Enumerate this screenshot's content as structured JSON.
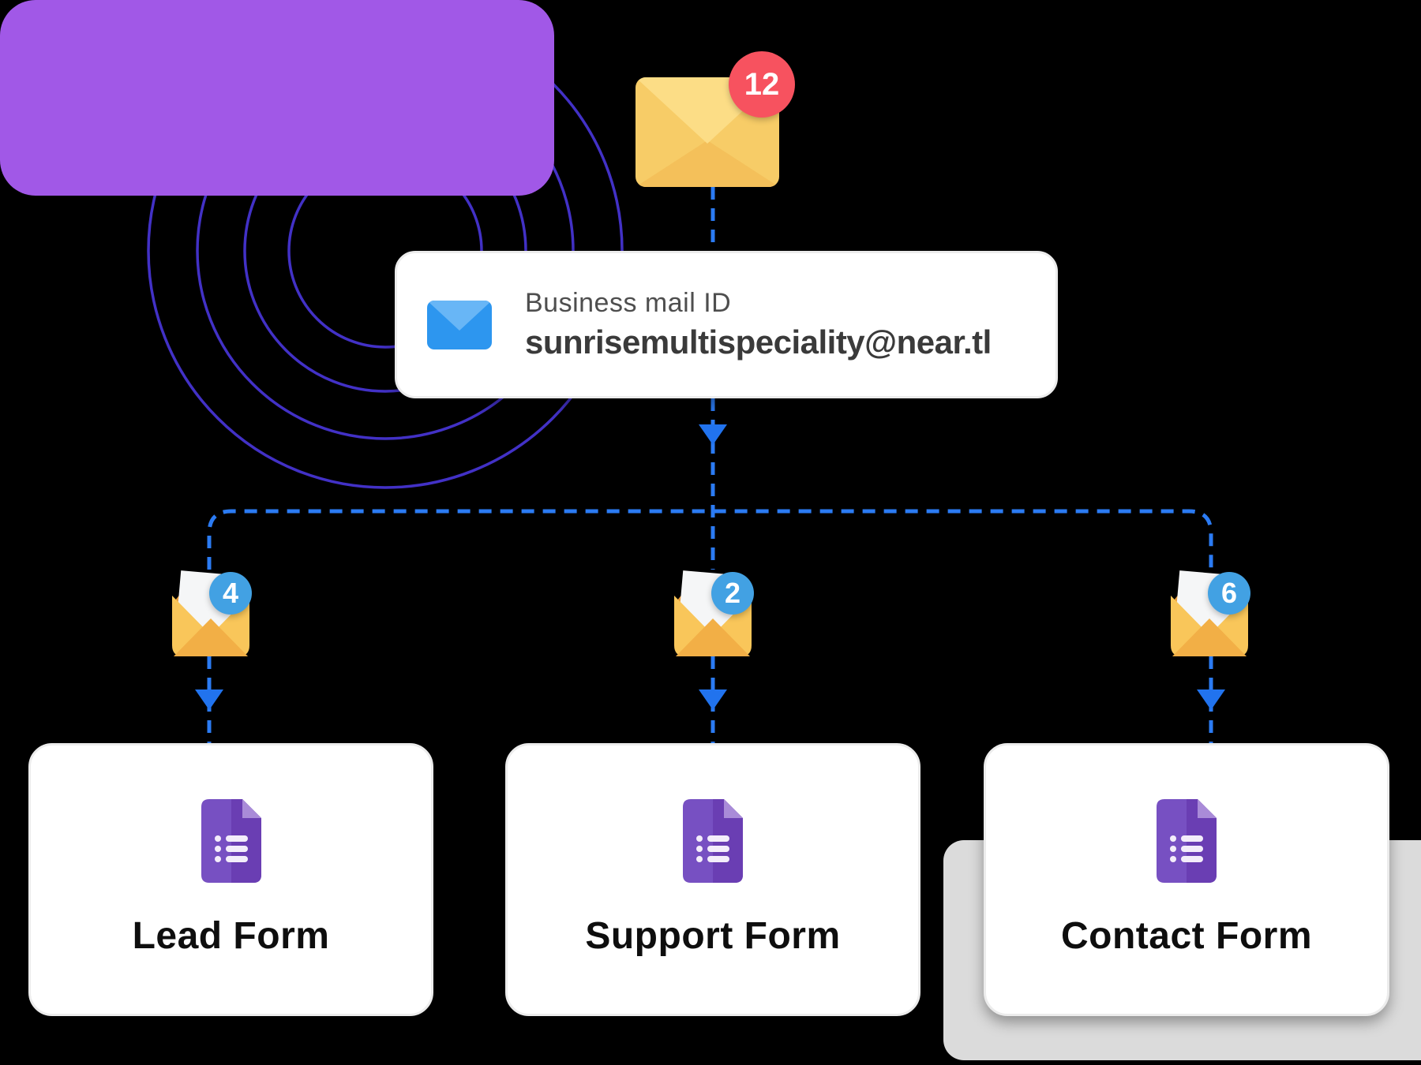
{
  "colors": {
    "background": "#000000",
    "panel_purple": "#A158E7",
    "rings_indigo": "#4231C6",
    "connector_blue": "#2B7BF3",
    "badge_red": "#F7525F",
    "badge_blue": "#42A1E3",
    "envelope_yellow": "#F7CC67",
    "forms_purple": "#6C42B8"
  },
  "inbox": {
    "icon": "closed-envelope-icon",
    "badge_count": "12"
  },
  "mail_card": {
    "icon": "blue-mail-icon",
    "label": "Business mail ID",
    "email": "sunrisemultispeciality@near.tl"
  },
  "branches": [
    {
      "icon": "open-envelope-icon",
      "badge_count": "4",
      "form_label": "Lead Form"
    },
    {
      "icon": "open-envelope-icon",
      "badge_count": "2",
      "form_label": "Support Form"
    },
    {
      "icon": "open-envelope-icon",
      "badge_count": "6",
      "form_label": "Contact Form"
    }
  ]
}
